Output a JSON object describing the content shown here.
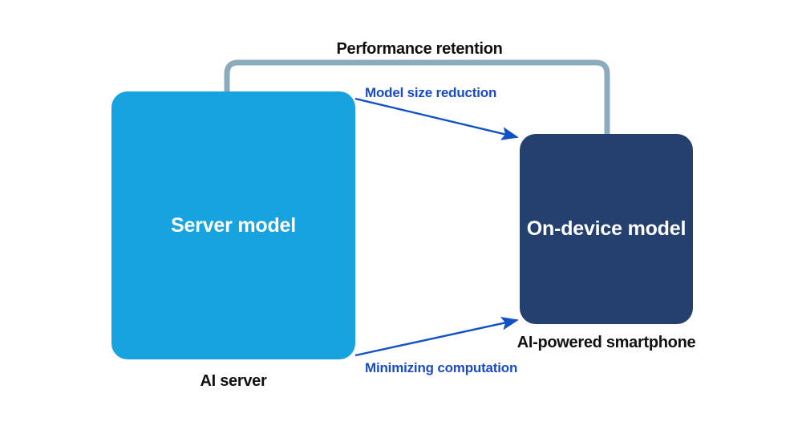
{
  "diagram": {
    "title_caption": "Performance retention",
    "nodes": [
      {
        "id": "server",
        "label": "Server model",
        "caption": "AI server",
        "fill": "#17a3e0",
        "text_color": "#ffffff"
      },
      {
        "id": "device",
        "label": "On-device model",
        "caption": "AI-powered smartphone",
        "fill": "#23406e",
        "text_color": "#ffffff"
      }
    ],
    "connectors": [
      {
        "id": "performance-retention",
        "label": "Performance retention",
        "style": "bracket",
        "color": "#8aacbc",
        "label_color": "#111111",
        "from": "server",
        "to": "device"
      },
      {
        "id": "model-size-reduction",
        "label": "Model size reduction",
        "style": "arrow",
        "color": "#1250c8",
        "label_color": "#1a4bc4",
        "from": "server",
        "to": "device"
      },
      {
        "id": "minimizing-computation",
        "label": "Minimizing computation",
        "style": "arrow",
        "color": "#1250c8",
        "label_color": "#1a4bc4",
        "from": "server",
        "to": "device"
      }
    ],
    "colors": {
      "background": "#ffffff",
      "server_fill": "#17a3e0",
      "device_fill": "#23406e",
      "bracket": "#8aacbc",
      "arrow": "#1250c8",
      "caption_text": "#111111",
      "node_text": "#ffffff"
    }
  }
}
